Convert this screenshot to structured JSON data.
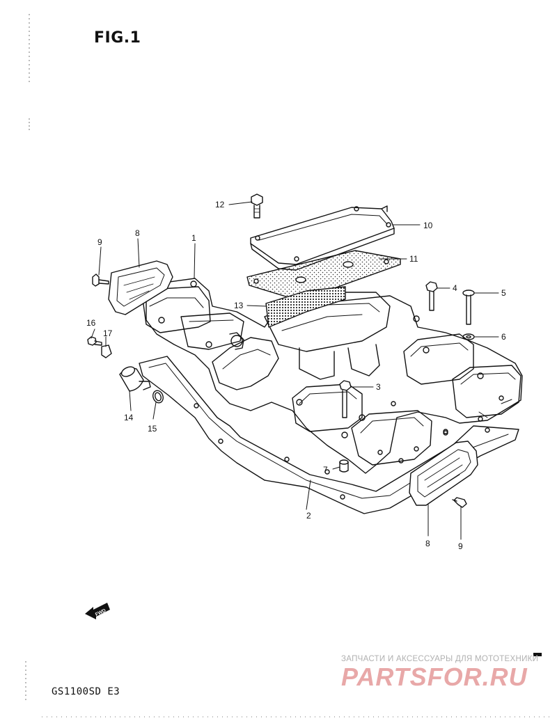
{
  "figure": {
    "title": "FIG.1",
    "model": "GS1100SD E3"
  },
  "callouts": {
    "c1": "1",
    "c2": "2",
    "c3": "3",
    "c4": "4",
    "c5": "5",
    "c6": "6",
    "c7": "7",
    "c8a": "8",
    "c8b": "8",
    "c9a": "9",
    "c9b": "9",
    "c10": "10",
    "c11": "11",
    "c12": "12",
    "c13": "13",
    "c14": "14",
    "c15": "15",
    "c16": "16",
    "c17": "17"
  },
  "direction_arrow": {
    "label": "FWD"
  },
  "watermark": {
    "subtitle": "ЗАПЧАСТИ И АКСЕССУАРЫ ДЛЯ МОТОТЕХНИКИ",
    "brand": "PARTSFOR.RU"
  }
}
